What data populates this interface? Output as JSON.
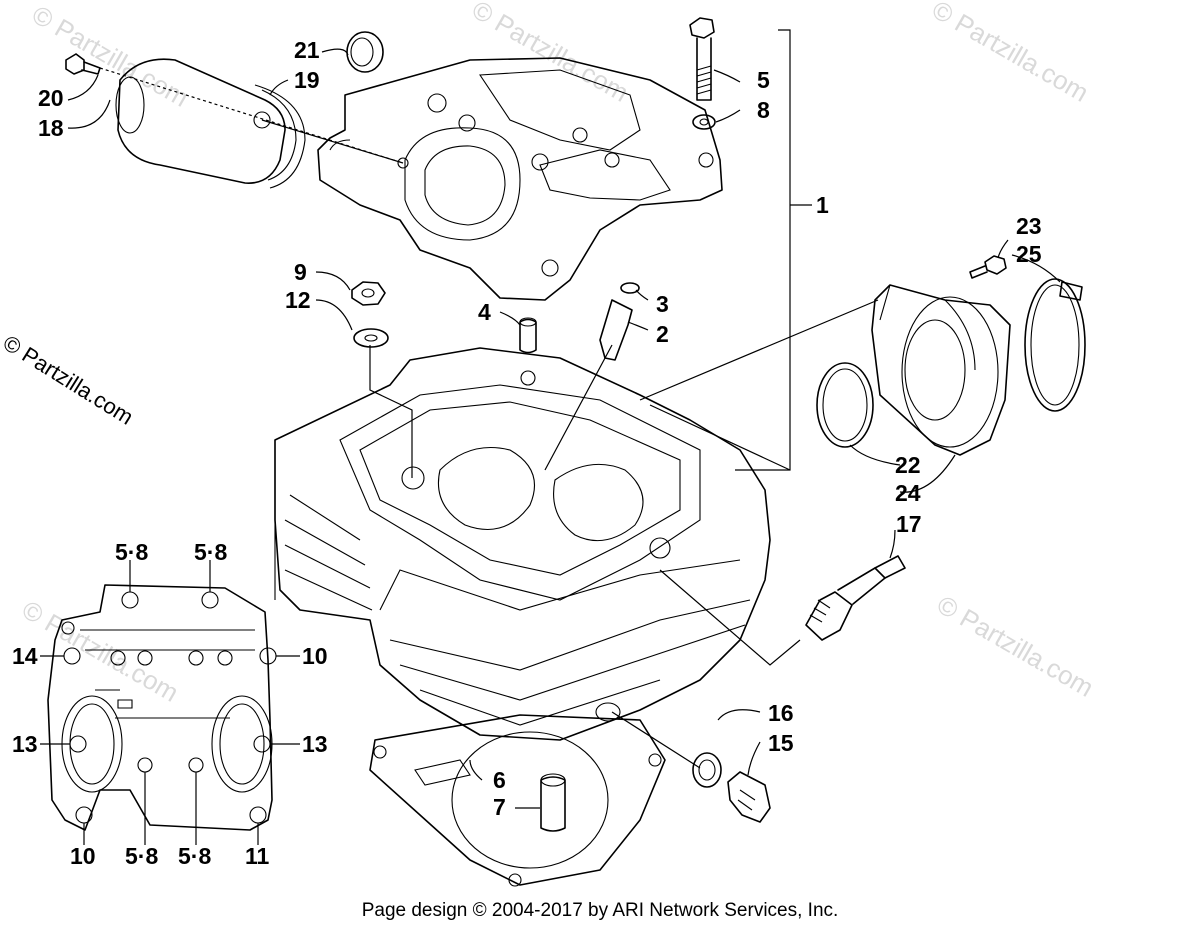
{
  "footer": "Page design © 2004-2017 by ARI Network Services, Inc.",
  "brand": "© Partzilla.com",
  "watermark": "© Partzilla.com",
  "callouts": {
    "c1": "1",
    "c2": "2",
    "c3": "3",
    "c4": "4",
    "c5": "5",
    "c6": "6",
    "c7": "7",
    "c8": "8",
    "c9": "9",
    "c10a": "10",
    "c10b": "10",
    "c11": "11",
    "c12": "12",
    "c13a": "13",
    "c13b": "13",
    "c14": "14",
    "c15": "15",
    "c16": "16",
    "c17": "17",
    "c18": "18",
    "c19": "19",
    "c20": "20",
    "c21": "21",
    "c22": "22",
    "c23": "23",
    "c24": "24",
    "c25": "25",
    "t58a": "5·8",
    "t58b": "5·8",
    "t58c": "5·8",
    "t58d": "5·8"
  }
}
